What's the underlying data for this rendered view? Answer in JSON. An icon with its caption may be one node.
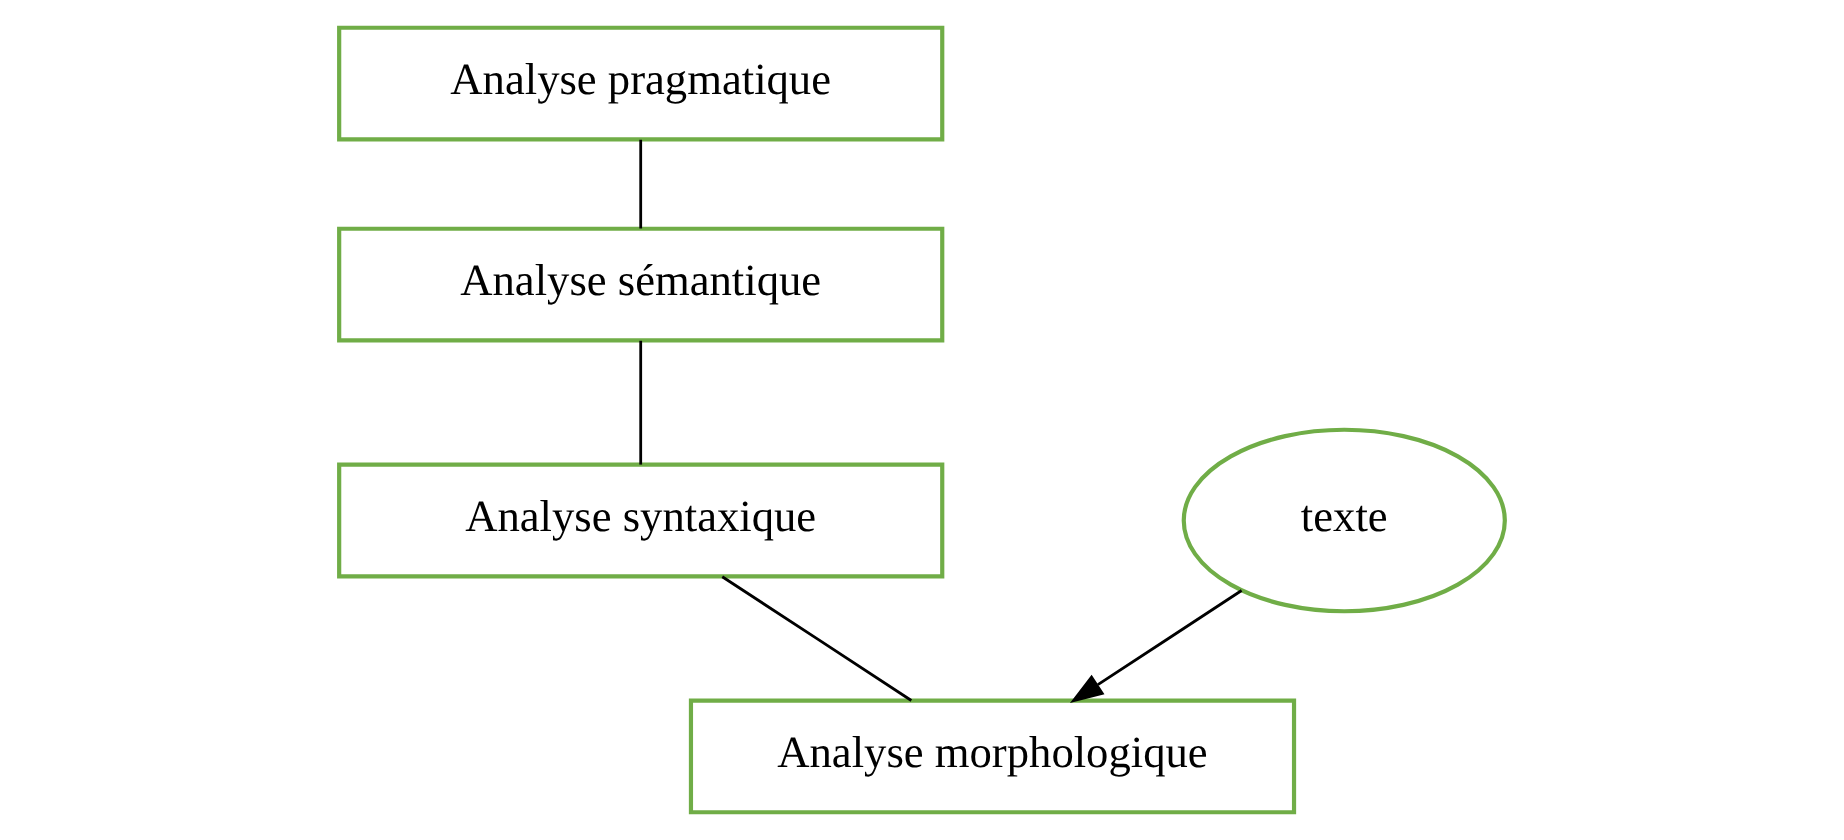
{
  "diagram": {
    "nodes": [
      {
        "text": [
          "Analyse pragmatique"
        ]
      },
      {
        "text": [
          "Analyse sémantique"
        ]
      },
      {
        "text": [
          "Analyse syntaxique"
        ]
      },
      {
        "text": [
          "Analyse morphologique"
        ]
      },
      {
        "text": [
          "texte"
        ]
      }
    ],
    "edges": [
      {
        "from": 0,
        "to": 1,
        "arrow": "none"
      },
      {
        "from": 1,
        "to": 2,
        "arrow": "none"
      },
      {
        "from": 2,
        "to": 3,
        "arrow": "none"
      },
      {
        "from": 4,
        "to": 3,
        "arrow": "to"
      }
    ]
  }
}
